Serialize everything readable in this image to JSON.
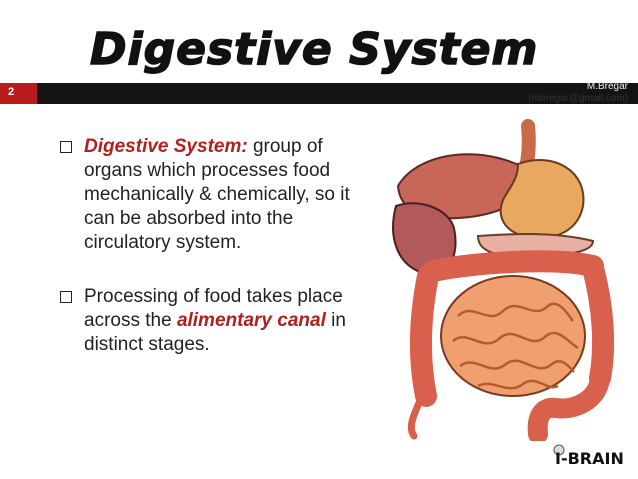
{
  "slide": {
    "title": "Digestive System",
    "number": "2",
    "author_name": "M.Bregar",
    "author_email": "(mbregar@gmail.com)"
  },
  "bullets": [
    {
      "highlight": "Digestive System:",
      "text": " group of organs which processes food mechanically & chemically, so it can be absorbed into the circulatory system."
    },
    {
      "text_before": "Processing of food takes place across the ",
      "highlight": "alimentary canal",
      "text_after": " in distinct stages."
    }
  ],
  "brand": {
    "text": "I-BRAIN"
  },
  "colors": {
    "accent_red": "#b2201e",
    "band_black": "#141414",
    "band_red": "#b91c1c"
  },
  "illustration": {
    "icon": "digestive-organs-illustration"
  }
}
